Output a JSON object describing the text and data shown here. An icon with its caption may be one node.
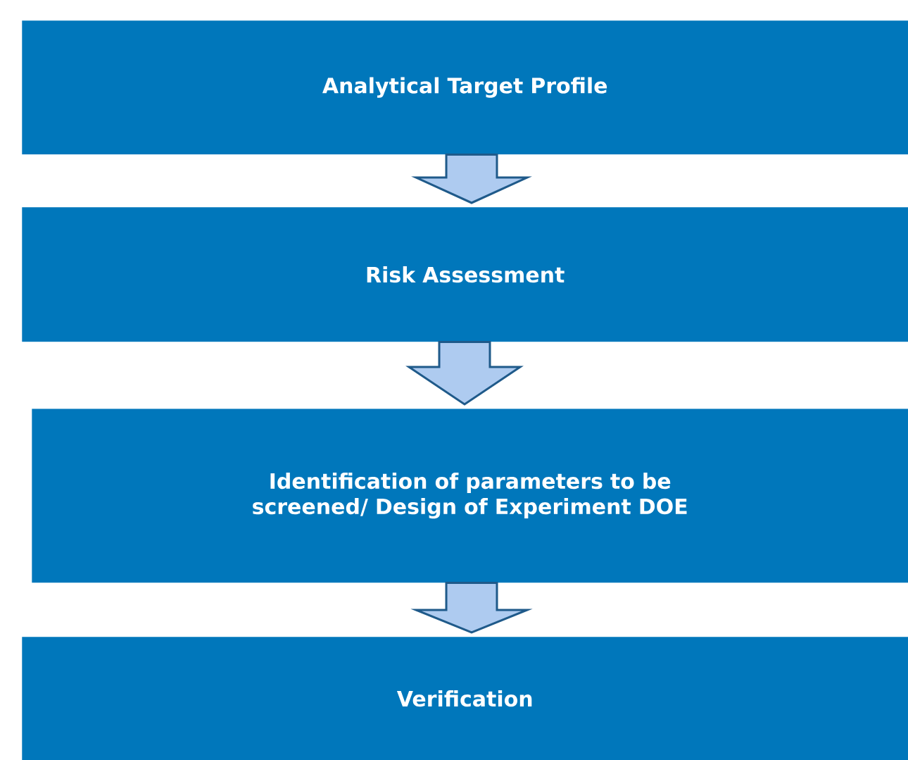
{
  "diagram": {
    "nodes": [
      {
        "text": [
          "Analytical Target Profile"
        ]
      },
      {
        "text": [
          "Risk Assessment"
        ]
      },
      {
        "text": [
          "Identification of parameters to be screened/ Design of Experiment DOE"
        ]
      },
      {
        "text": [
          "Verification"
        ]
      }
    ],
    "edges": [
      {
        "from": 0,
        "to": 1,
        "arrow": "to"
      },
      {
        "from": 1,
        "to": 2,
        "arrow": "to"
      },
      {
        "from": 2,
        "to": 3,
        "arrow": "to"
      }
    ]
  }
}
